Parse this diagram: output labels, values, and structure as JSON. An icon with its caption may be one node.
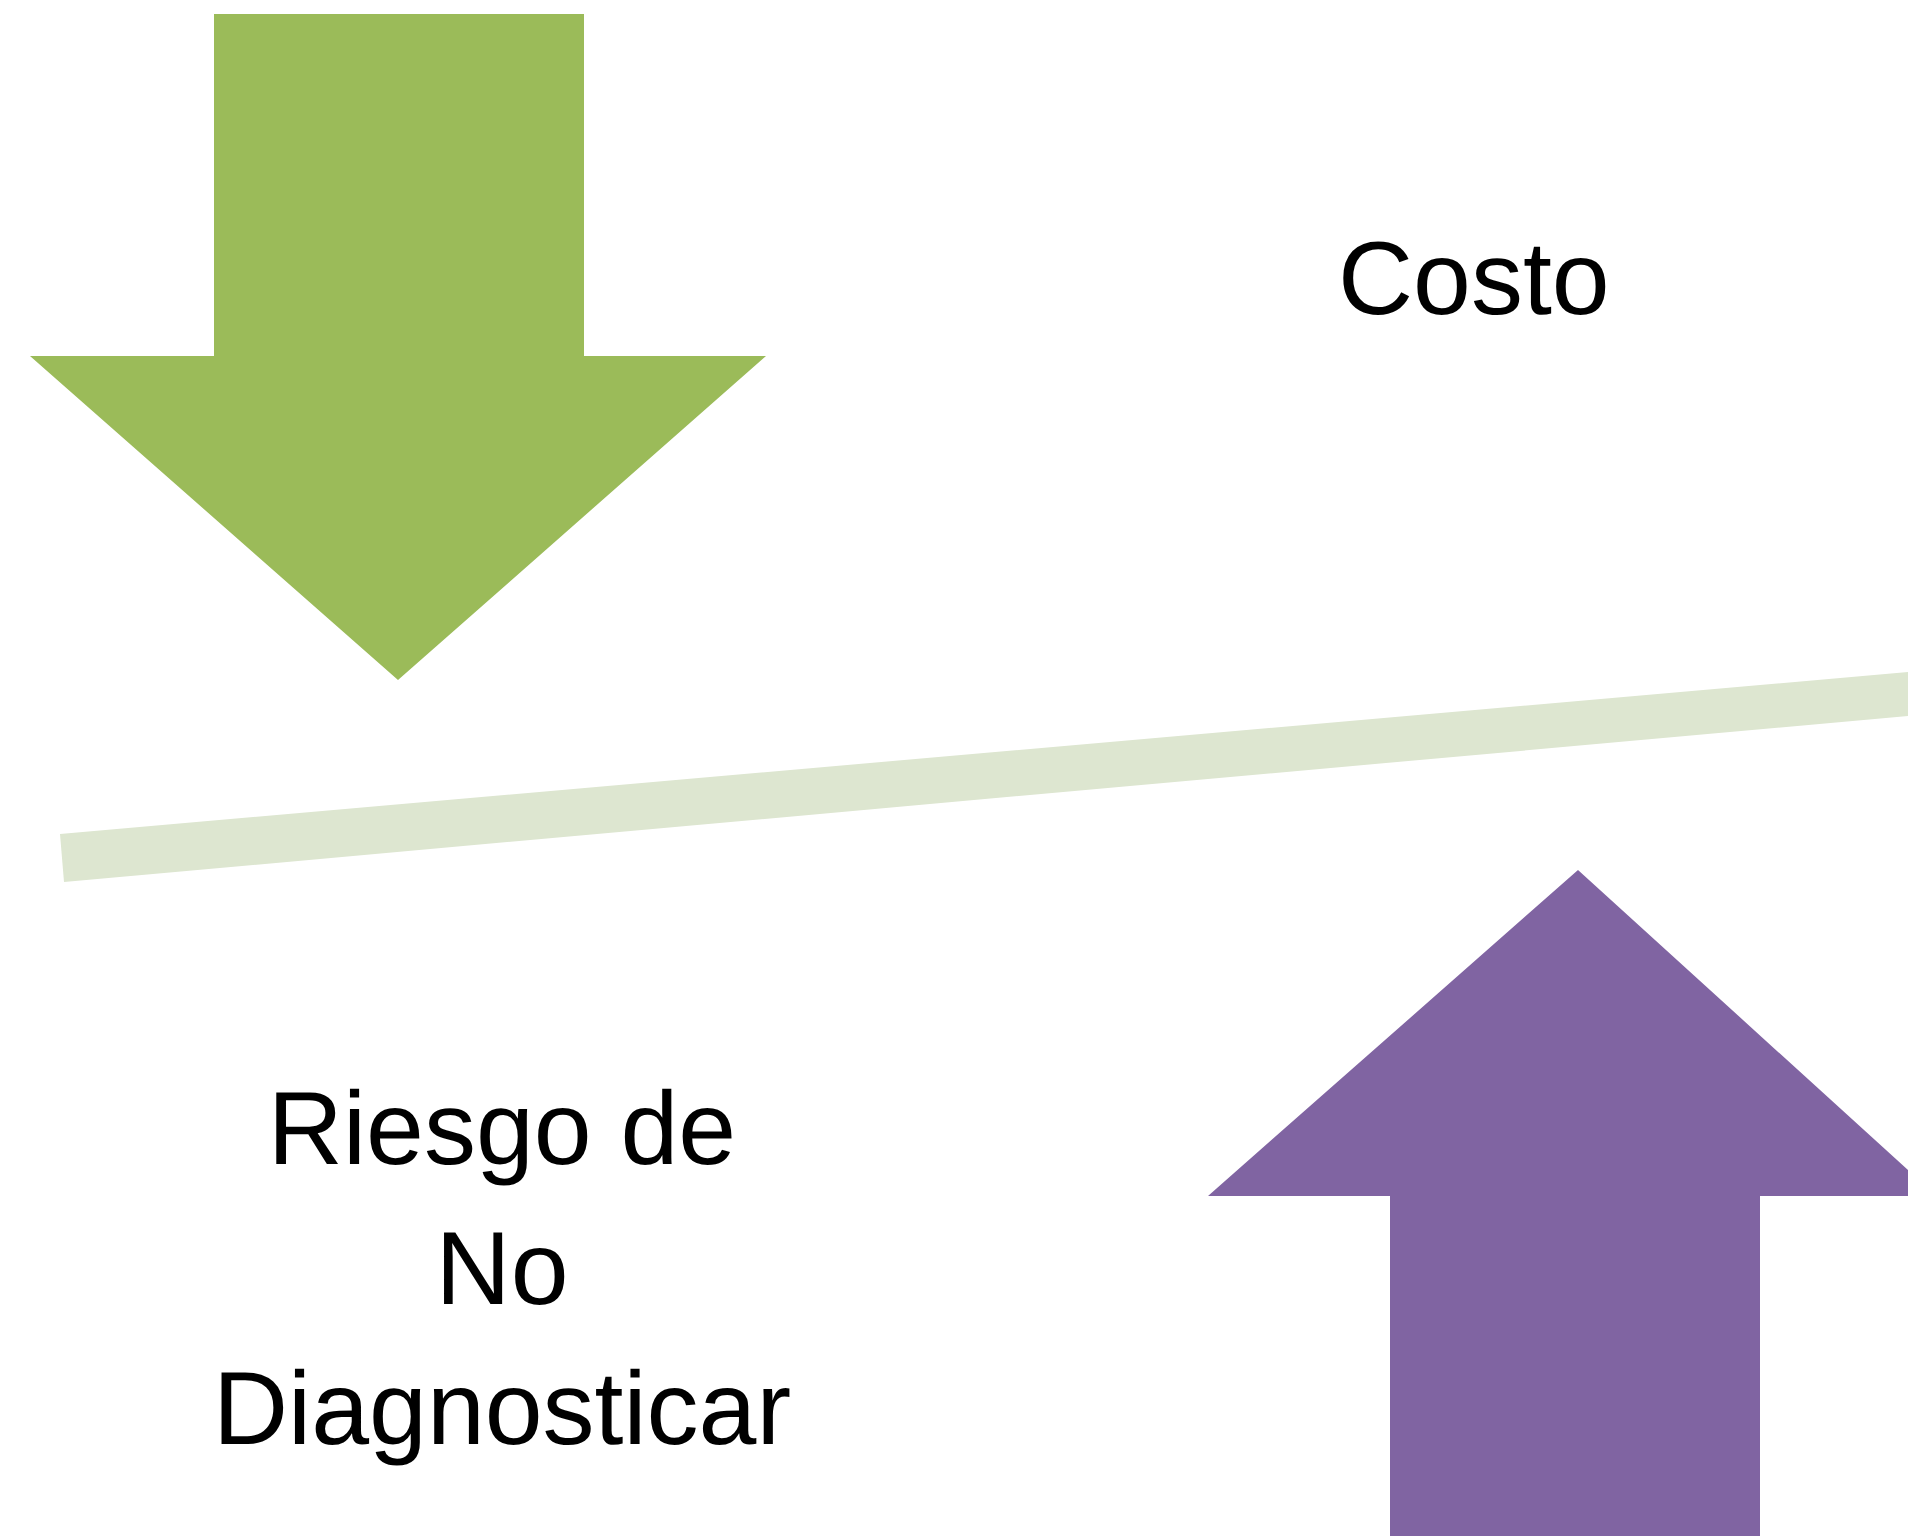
{
  "diagram": {
    "nodes": [
      {
        "text": [],
        "shape": "bar"
      }
    ],
    "labels": [
      "Costo",
      "Riesgo de No Diagnosticar"
    ]
  }
}
